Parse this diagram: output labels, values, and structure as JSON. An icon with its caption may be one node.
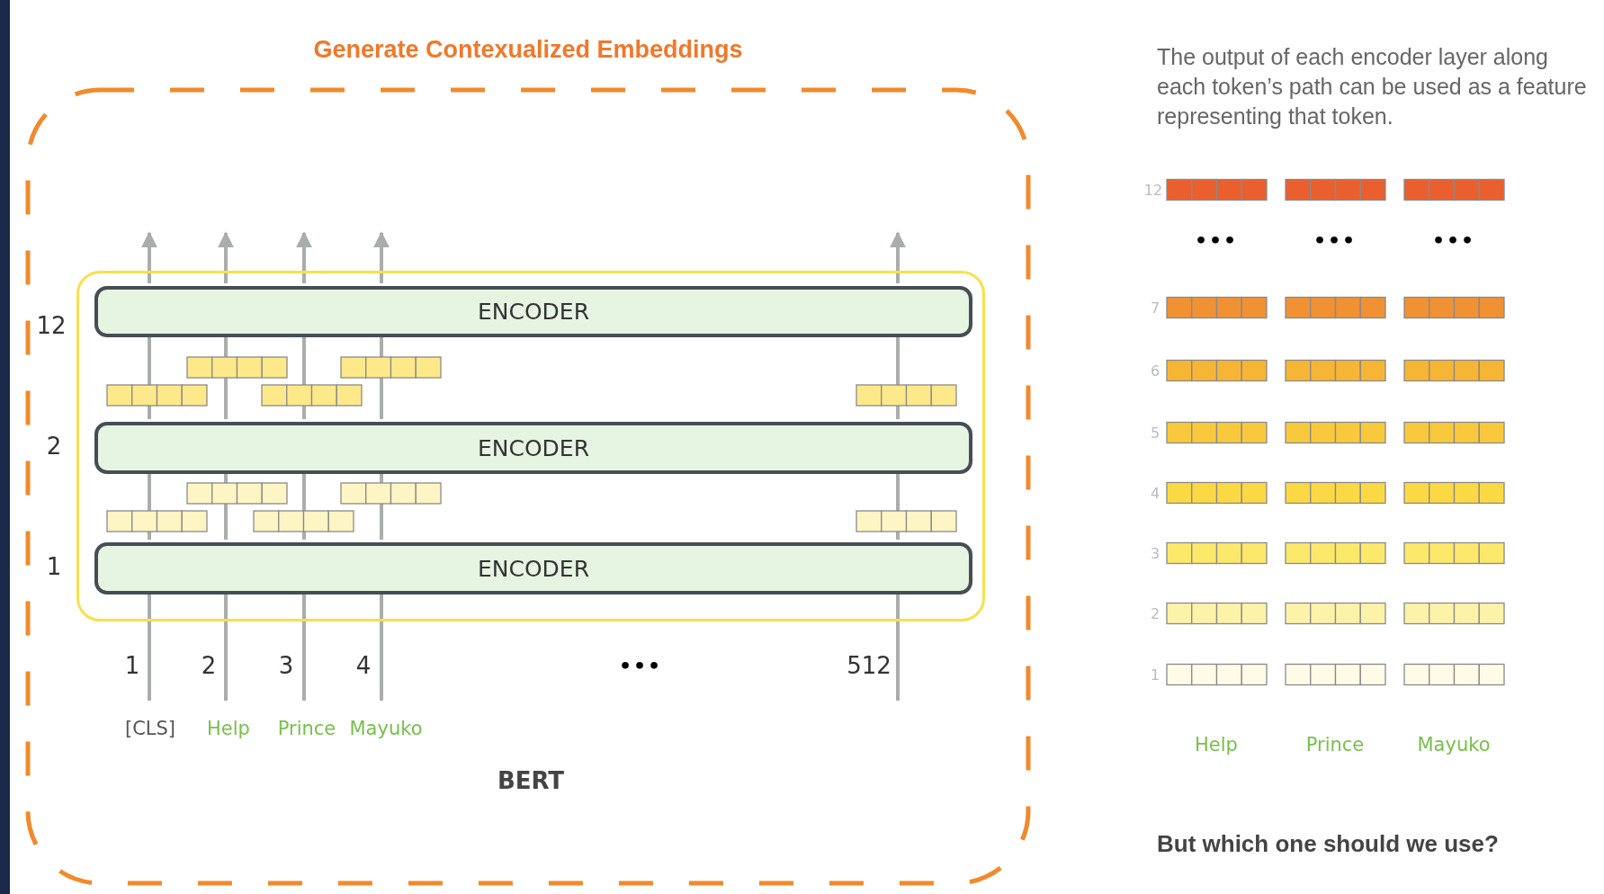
{
  "diagram": {
    "nodes": [
      {
        "text": [
          "Generate Contexualized Embeddings",
          "BERT"
        ]
      },
      {
        "text": [],
        "shape": "box",
        "in": 0
      },
      {
        "text": [
          "ENCODER"
        ],
        "in": 1
      },
      {
        "text": [
          "ENCODER"
        ],
        "in": 1
      },
      {
        "text": [
          "ENCODER"
        ],
        "in": 1
      }
    ],
    "edges": [
      {
        "from": null,
        "to": 4,
        "arrow": "none"
      },
      {
        "from": null,
        "to": 4,
        "arrow": "none"
      },
      {
        "from": null,
        "to": 4,
        "arrow": "none"
      },
      {
        "from": null,
        "to": 4,
        "arrow": "none"
      },
      {
        "from": null,
        "to": 4,
        "arrow": "none"
      },
      {
        "from": 4,
        "to": 3,
        "arrow": "none"
      },
      {
        "from": 4,
        "to": 3,
        "arrow": "none"
      },
      {
        "from": 4,
        "to": 3,
        "arrow": "none"
      },
      {
        "from": 4,
        "to": 3,
        "arrow": "none"
      },
      {
        "from": 4,
        "to": 3,
        "arrow": "none"
      },
      {
        "from": 3,
        "to": 2,
        "arrow": "none"
      },
      {
        "from": 3,
        "to": 2,
        "arrow": "none"
      },
      {
        "from": 3,
        "to": 2,
        "arrow": "none"
      },
      {
        "from": 3,
        "to": 2,
        "arrow": "none"
      },
      {
        "from": 3,
        "to": 2,
        "arrow": "none"
      },
      {
        "from": 2,
        "to": null,
        "arrow": "to"
      },
      {
        "from": 2,
        "to": null,
        "arrow": "to"
      },
      {
        "from": 2,
        "to": null,
        "arrow": "to"
      },
      {
        "from": 2,
        "to": null,
        "arrow": "to"
      },
      {
        "from": 2,
        "to": null,
        "arrow": "to"
      }
    ],
    "labels": [
      "12",
      "2",
      "1",
      "1",
      "2",
      "3",
      "4",
      "•••",
      "512",
      "[CLS]",
      "Help",
      "Prince",
      "Mayuko",
      "The output of each encoder layer along each token’s path can be used as a feature representing that token.",
      "12",
      "•••",
      "•••",
      "•••",
      "7",
      "6",
      "5",
      "4",
      "3",
      "2",
      "1",
      "Help",
      "Prince",
      "Mayuko",
      "But which one should we use?"
    ]
  }
}
